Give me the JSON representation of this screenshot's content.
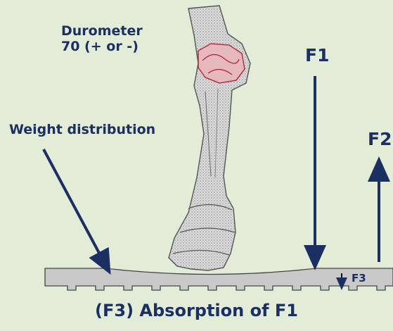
{
  "labels": {
    "durometer_line1": "Durometer",
    "durometer_line2": "70 (+ or -)",
    "weight_distribution": "Weight distribution",
    "f1": "F1",
    "f2": "F2",
    "f3": "F3",
    "caption": "(F3) Absorption of F1"
  },
  "colors": {
    "text": "#1b2f63",
    "arrow": "#1b2f63",
    "background": "#e3ecd6",
    "pad": "#c9c9c9",
    "leg": "#cfcfcf"
  }
}
